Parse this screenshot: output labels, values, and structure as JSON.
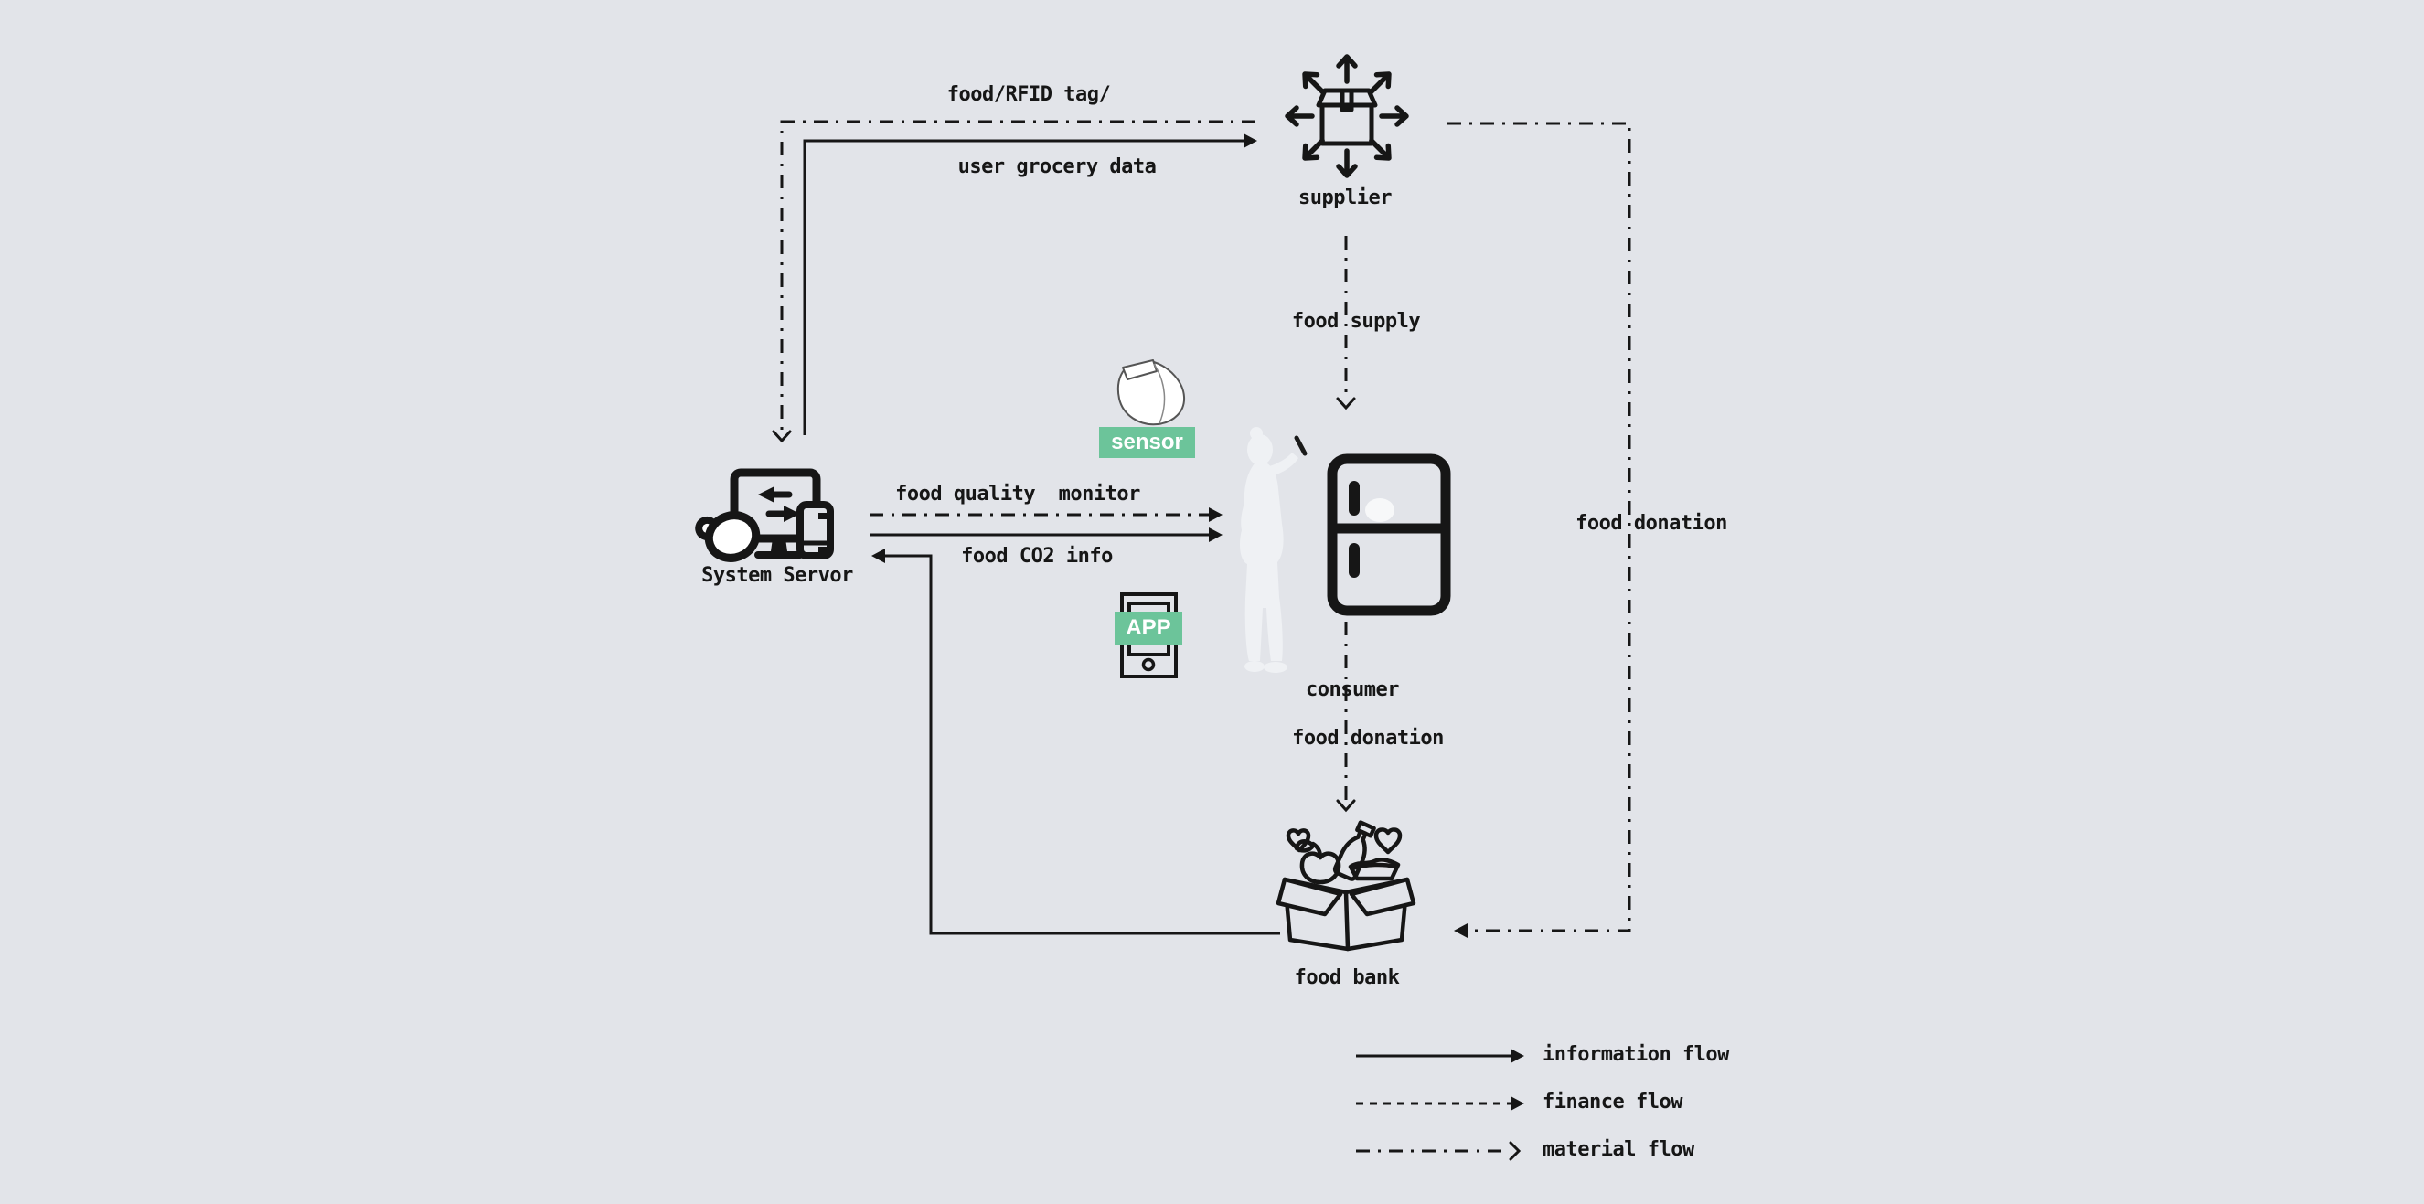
{
  "colors": {
    "background": "#e2e4e9",
    "ink": "#161616",
    "accent": "#6cc49a",
    "silhouette": "#eff1f4"
  },
  "nodes": {
    "supplier": {
      "label": "supplier"
    },
    "system_server": {
      "label": "System Servor"
    },
    "sensor": {
      "label": "sensor"
    },
    "app": {
      "label": "APP"
    },
    "consumer": {
      "label": "consumer"
    },
    "food_bank": {
      "label": "food bank"
    }
  },
  "edges": {
    "food_rfid_tag": {
      "label": "food/RFID tag/",
      "style": "dashdot"
    },
    "user_grocery_data": {
      "label": "user grocery data",
      "style": "solid"
    },
    "food_supply": {
      "label": "food supply",
      "style": "dashdot"
    },
    "food_quality_monitor": {
      "label": "food quality  monitor",
      "style": "dashdot"
    },
    "food_co2_info": {
      "label": "food CO2 info",
      "style": "solid"
    },
    "food_donation_consumer": {
      "label": "food donation",
      "style": "dashdot"
    },
    "food_donation_supplier": {
      "label": "food donation",
      "style": "dashdot"
    }
  },
  "legend": {
    "items": [
      {
        "label": "information flow",
        "style": "solid"
      },
      {
        "label": "finance flow",
        "style": "dashed"
      },
      {
        "label": "material flow",
        "style": "dashdot"
      }
    ]
  }
}
